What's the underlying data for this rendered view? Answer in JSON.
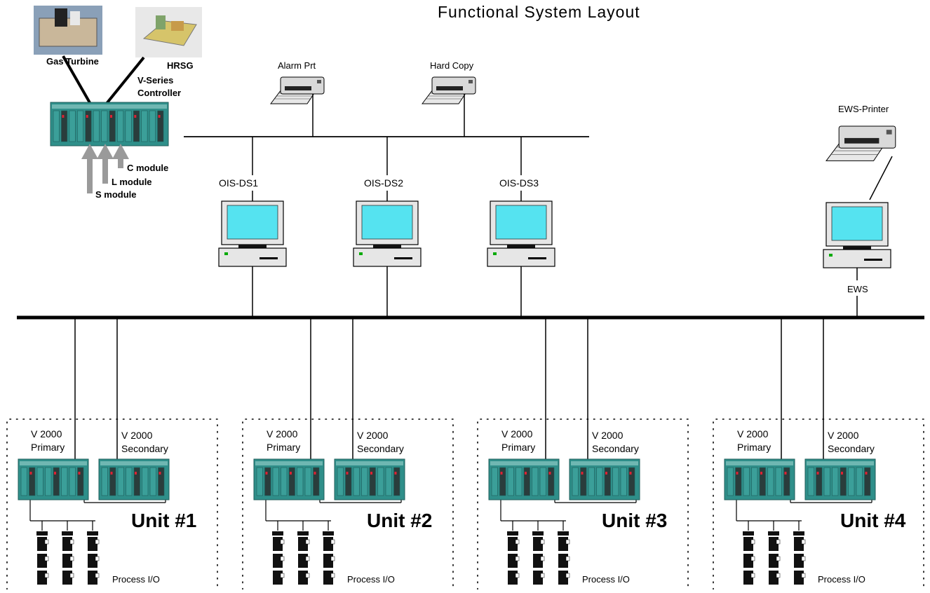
{
  "title": "Functional System Layout",
  "equipment": {
    "gas_turbine": "Gas Turbine",
    "hrsg": "HRSG",
    "controller_line1": "V-Series",
    "controller_line2": "Controller",
    "c_module": "C module",
    "l_module": "L module",
    "s_module": "S module"
  },
  "printers": {
    "alarm": "Alarm Prt",
    "hardcopy": "Hard Copy",
    "ews": "EWS-Printer"
  },
  "stations": [
    "OIS-DS1",
    "OIS-DS2",
    "OIS-DS3"
  ],
  "ews_label": "EWS",
  "units": [
    {
      "name": "Unit #1",
      "primary": [
        "V 2000",
        "Primary"
      ],
      "secondary": [
        "V 2000",
        "Secondary"
      ],
      "io": "Process I/O"
    },
    {
      "name": "Unit #2",
      "primary": [
        "V 2000",
        "Primary"
      ],
      "secondary": [
        "V 2000",
        "Secondary"
      ],
      "io": "Process I/O"
    },
    {
      "name": "Unit #3",
      "primary": [
        "V 2000",
        "Primary"
      ],
      "secondary": [
        "V 2000",
        "Secondary"
      ],
      "io": "Process I/O"
    },
    {
      "name": "Unit #4",
      "primary": [
        "V 2000",
        "Primary"
      ],
      "secondary": [
        "V 2000",
        "Secondary"
      ],
      "io": "Process I/O"
    }
  ],
  "colors": {
    "screen": "#55e3f0",
    "rack": "#2f8f8a",
    "rack_dark": "#1f5d5a",
    "arrow": "#9a9a9a",
    "bus": "#000000"
  }
}
